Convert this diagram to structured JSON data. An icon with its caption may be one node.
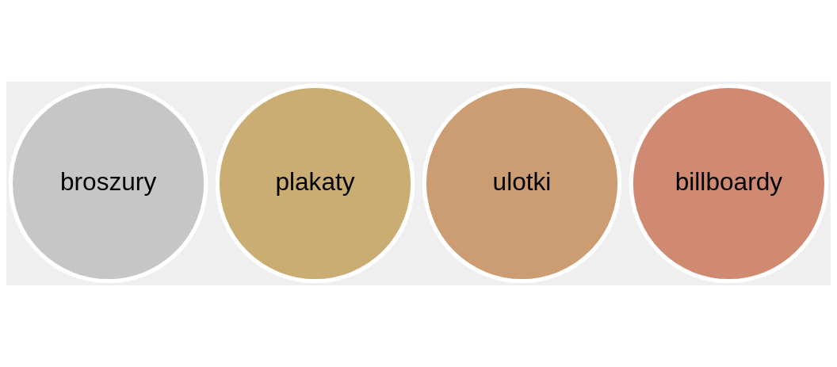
{
  "diagram": {
    "nodes": [
      {
        "text": [
          "broszury"
        ]
      },
      {
        "text": [
          "plakaty"
        ]
      },
      {
        "text": [
          "ulotki"
        ]
      },
      {
        "text": [
          "billboardy"
        ]
      }
    ]
  }
}
